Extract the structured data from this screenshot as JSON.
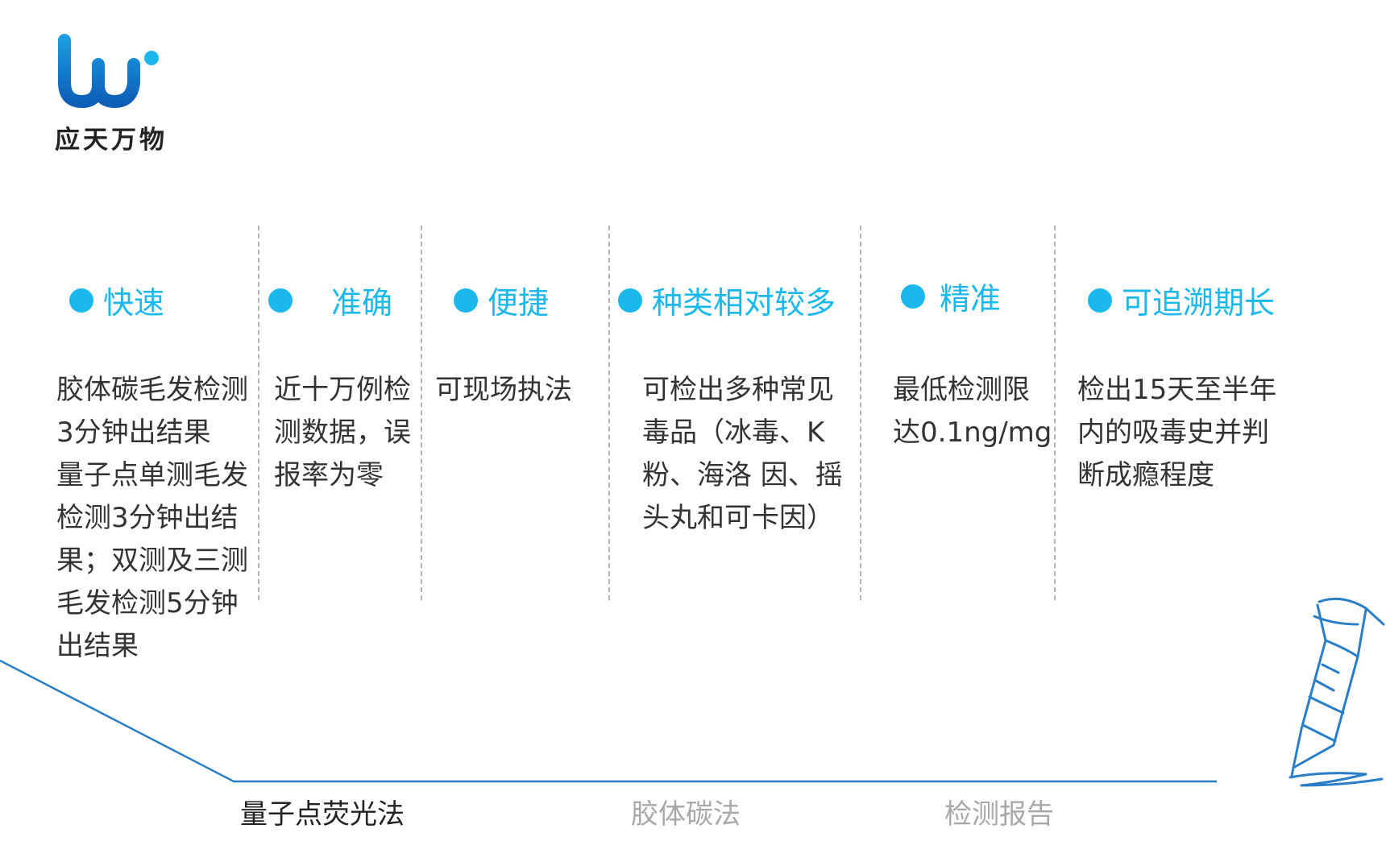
{
  "brand": {
    "name": "应天万物",
    "color": "#1a8fd8"
  },
  "accent_color": "#1ab8ec",
  "features": [
    {
      "title": "快速",
      "desc": "胶体碳毛发检测\n3分钟出结果\n量子点单测毛发\n检测3分钟出结\n果；双测及三测\n毛发检测5分钟\n出结果"
    },
    {
      "title": "准确",
      "desc": "近十万例检\n测数据，误\n报率为零"
    },
    {
      "title": "便捷",
      "desc": "可现场执法"
    },
    {
      "title": "种类相对较多",
      "desc": "可检出多种常见\n毒品（冰毒、K\n粉、海洛 因、摇\n头丸和可卡因）"
    },
    {
      "title": "精准",
      "desc": "最低检测限\n达0.1ng/mg"
    },
    {
      "title": "可追溯期长",
      "desc": "检出15天至半年\n内的吸毒史并判\n断成瘾程度"
    }
  ],
  "tabs": [
    {
      "label": "量子点荧光法",
      "active": true
    },
    {
      "label": "胶体碳法",
      "active": false
    },
    {
      "label": "检测报告",
      "active": false
    }
  ],
  "decor": {
    "pen_icon": "pen-sketch-icon",
    "line_color": "#2a7ec8"
  }
}
